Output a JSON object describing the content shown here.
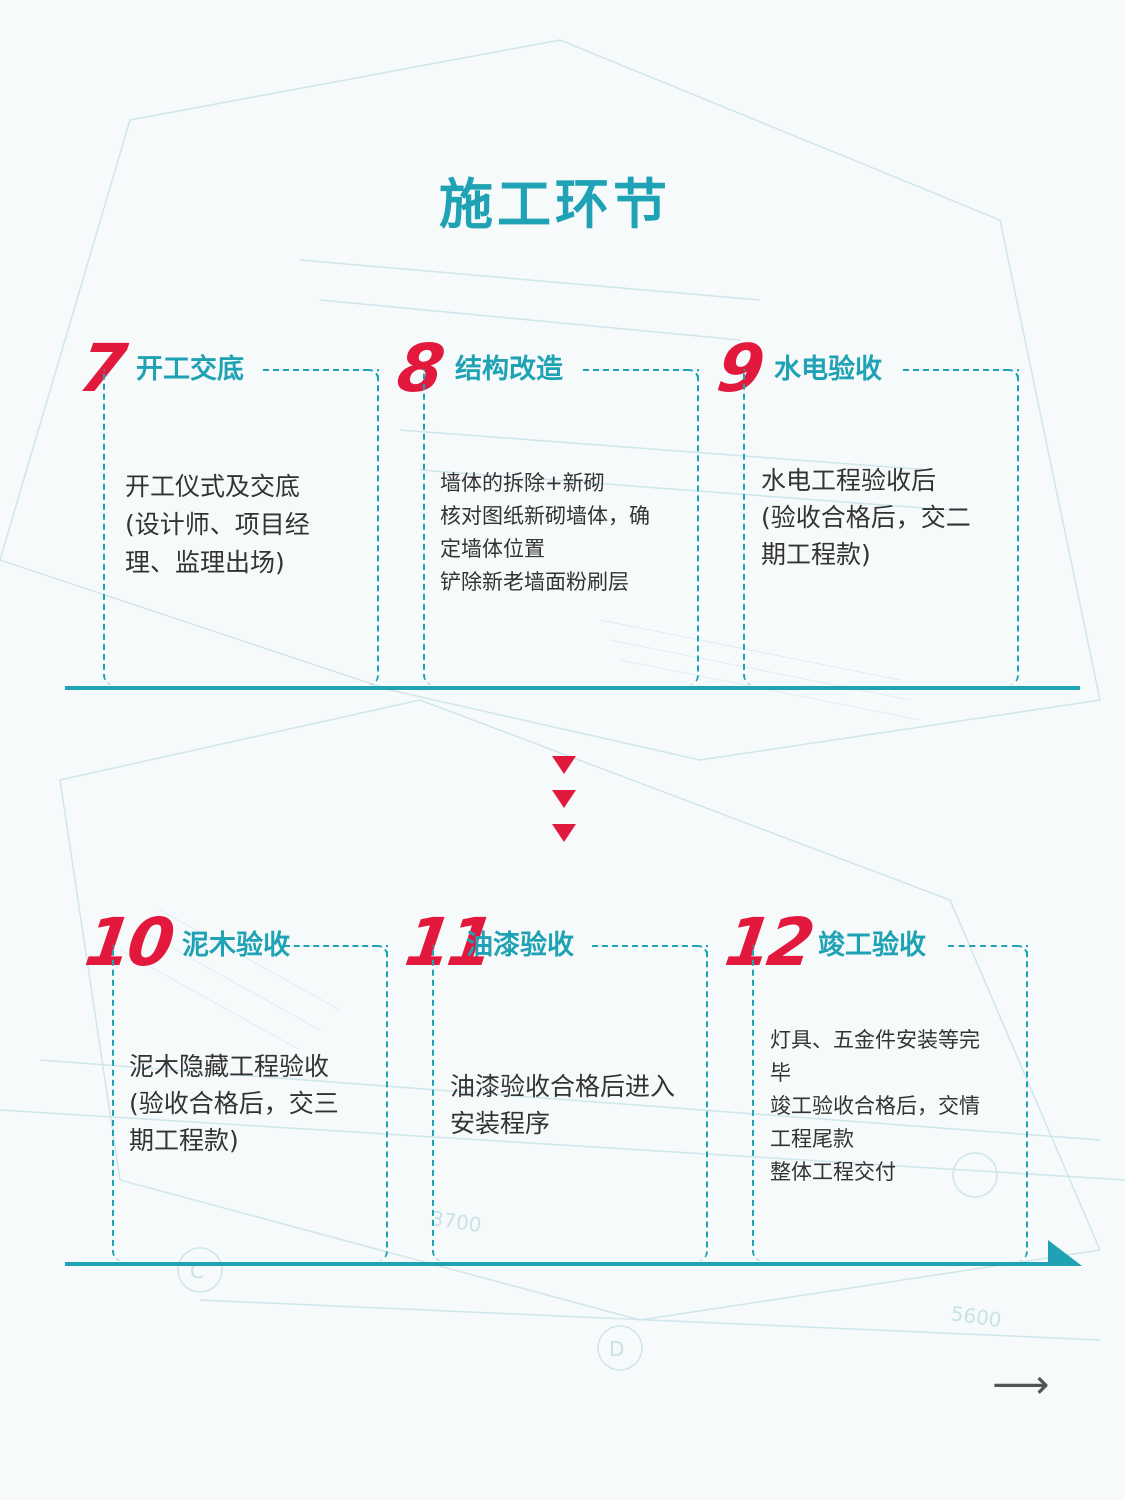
{
  "title": "施工环节",
  "steps_top": [
    {
      "num": "7",
      "title": "开工交底",
      "body": "开工仪式及交底\n(设计师、项目经\n理、监理出场)"
    },
    {
      "num": "8",
      "title": "结构改造",
      "body": "墙体的拆除+新砌\n核对图纸新砌墙体，确\n定墙体位置\n铲除新老墙面粉刷层"
    },
    {
      "num": "9",
      "title": "水电验收",
      "body": "水电工程验收后\n(验收合格后，交二\n期工程款)"
    }
  ],
  "steps_bottom": [
    {
      "num": "10",
      "title": "泥木验收",
      "body": "泥木隐藏工程验收\n(验收合格后，交三\n期工程款)"
    },
    {
      "num": "11",
      "title": "油漆验收",
      "body": "油漆验收合格后进入\n安装程序"
    },
    {
      "num": "12",
      "title": "竣工验收",
      "body": "灯具、五金件安装等完\n毕\n竣工验收合格后，交情\n工程尾款\n整体工程交付"
    }
  ],
  "next_icon": "arrow-right-icon",
  "accent": "#1fa2b4",
  "number_color": "#e3183d"
}
